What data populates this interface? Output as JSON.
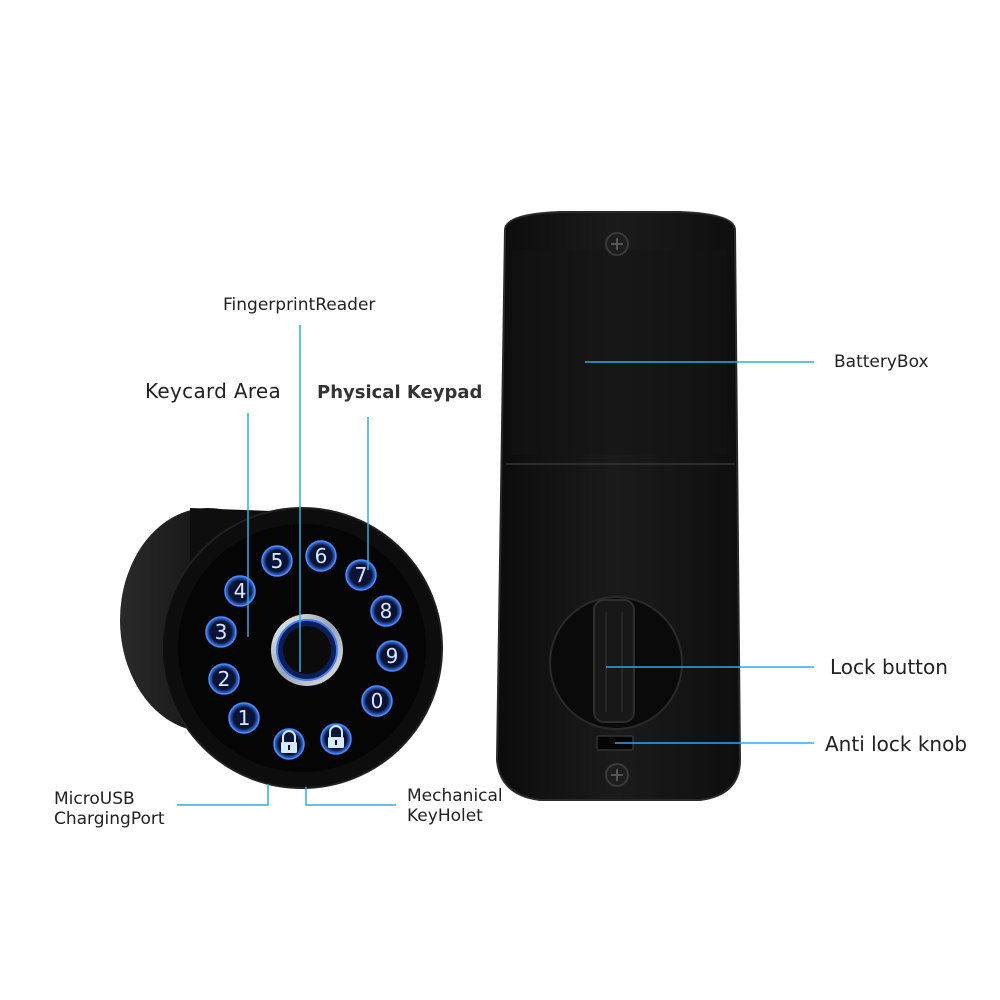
{
  "labels": {
    "fingerprint_reader": "FingerprintReader",
    "keycard_area": "Keycard Area",
    "physical_keypad": "Physical Keypad",
    "micro_usb": "MicroUSB\nChargingPort",
    "mechanical_keyhole": "Mechanical\nKeyHolet",
    "battery_box": "BatteryBox",
    "lock_button": "Lock button",
    "anti_lock_knob": "Anti lock knob"
  },
  "keypad": {
    "keys": [
      "1",
      "2",
      "3",
      "4",
      "5",
      "6",
      "7",
      "8",
      "9",
      "0"
    ]
  },
  "colors": {
    "leader_line": "#35a8e0",
    "device_body": "#141414",
    "key_glow": "#4a8cff",
    "background": "#ffffff"
  },
  "icons": {
    "lock_key": "padlock-icon",
    "screw": "screw-icon"
  }
}
